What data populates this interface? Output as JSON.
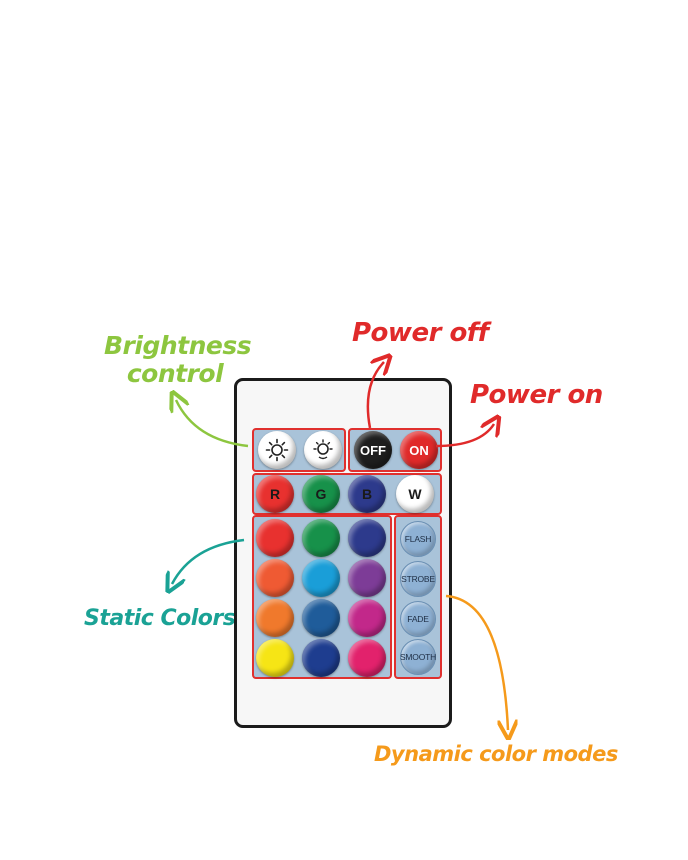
{
  "labels": {
    "brightness_line1": "Brightness",
    "brightness_line2": "control",
    "power_off": "Power off",
    "power_on": "Power on",
    "static_colors": "Static Colors",
    "dynamic_modes": "Dynamic color modes"
  },
  "label_colors": {
    "brightness": "#8dc63f",
    "power": "#e02a2a",
    "static": "#1aa295",
    "dynamic": "#f59a1b"
  },
  "buttons": {
    "off": "OFF",
    "on": "ON",
    "r": "R",
    "g": "G",
    "b": "B",
    "w": "W",
    "brightness_up_icon": "bright-sun-icon",
    "brightness_down_icon": "dim-sun-icon"
  },
  "color_grid": [
    [
      "#e8312f",
      "#17914a",
      "#2d3a8c"
    ],
    [
      "#ef5a33",
      "#1a9ed8",
      "#7d3c97"
    ],
    [
      "#f0792c",
      "#1f5c9a",
      "#c2288a"
    ],
    [
      "#f6e515",
      "#1e3d8f",
      "#e2226c"
    ]
  ],
  "modes": [
    "FLASH",
    "STROBE",
    "FADE",
    "SMOOTH"
  ]
}
